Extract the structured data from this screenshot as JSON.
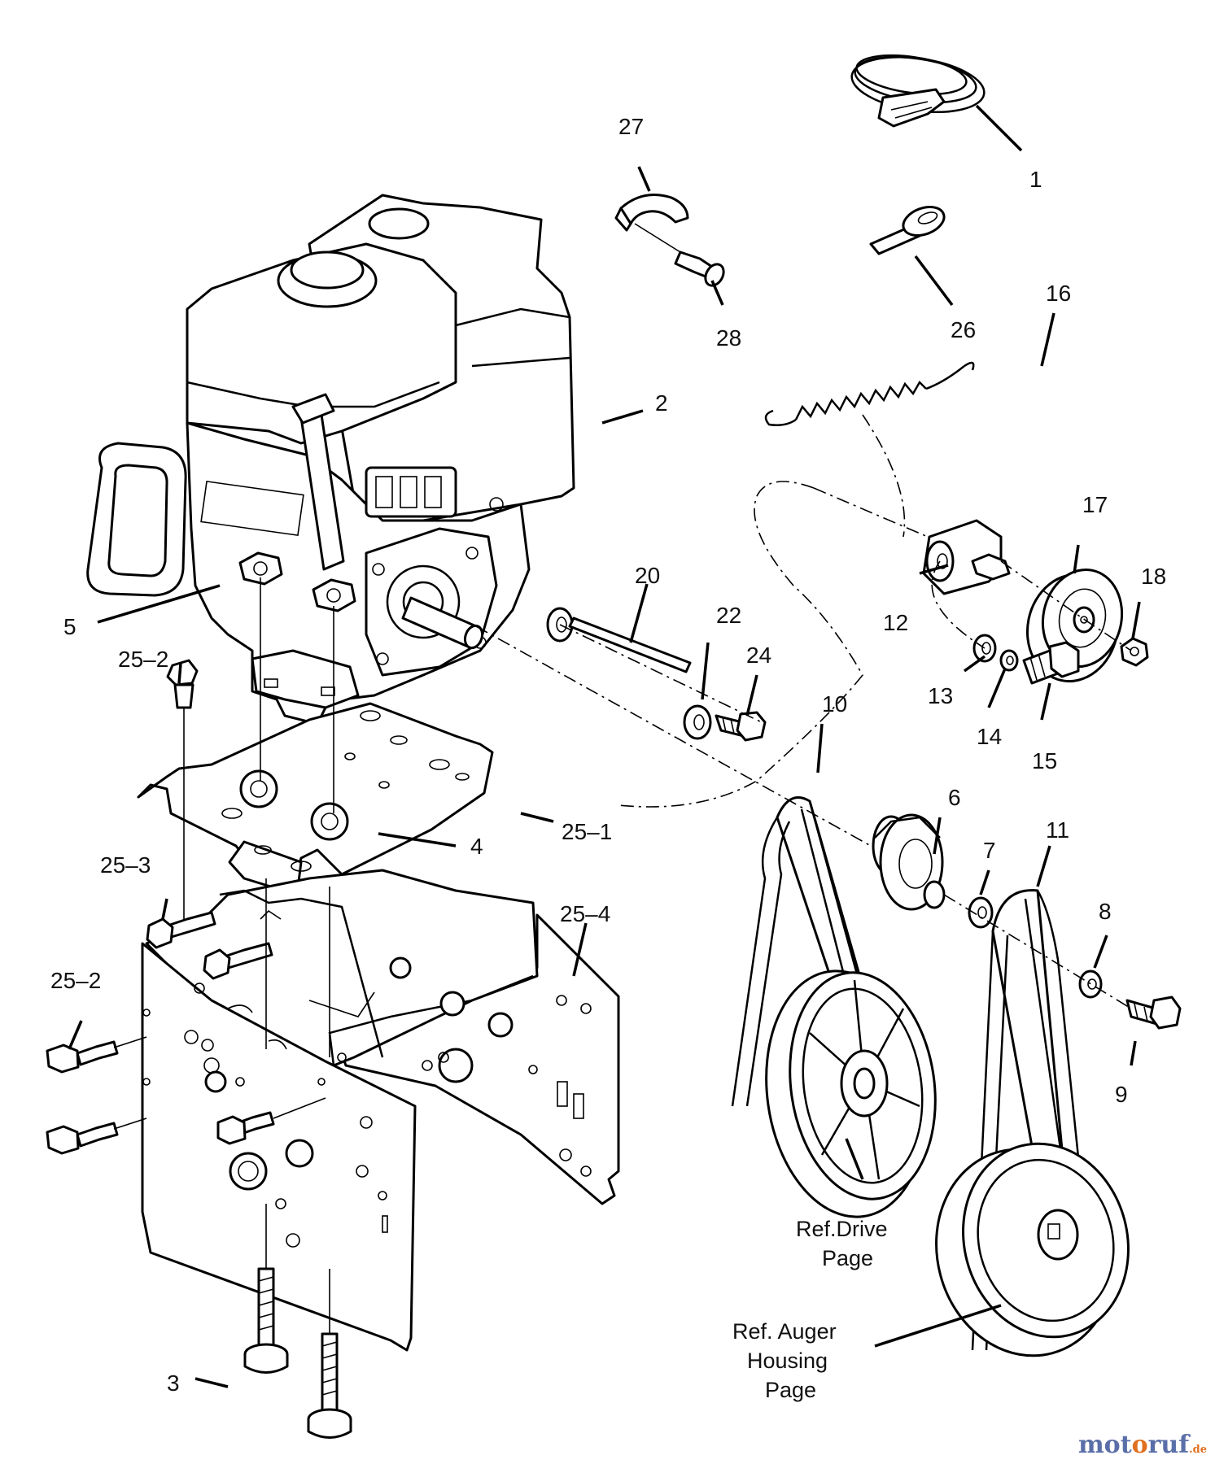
{
  "diagram": {
    "callouts": [
      {
        "id": "c1",
        "text": "1"
      },
      {
        "id": "c2",
        "text": "2"
      },
      {
        "id": "c3",
        "text": "3"
      },
      {
        "id": "c4",
        "text": "4"
      },
      {
        "id": "c5",
        "text": "5"
      },
      {
        "id": "c6",
        "text": "6"
      },
      {
        "id": "c7",
        "text": "7"
      },
      {
        "id": "c8",
        "text": "8"
      },
      {
        "id": "c9",
        "text": "9"
      },
      {
        "id": "c10",
        "text": "10"
      },
      {
        "id": "c11",
        "text": "11"
      },
      {
        "id": "c12",
        "text": "12"
      },
      {
        "id": "c13",
        "text": "13"
      },
      {
        "id": "c14",
        "text": "14"
      },
      {
        "id": "c15",
        "text": "15"
      },
      {
        "id": "c16",
        "text": "16"
      },
      {
        "id": "c17",
        "text": "17"
      },
      {
        "id": "c18",
        "text": "18"
      },
      {
        "id": "c20",
        "text": "20"
      },
      {
        "id": "c22",
        "text": "22"
      },
      {
        "id": "c24",
        "text": "24"
      },
      {
        "id": "c25_1",
        "text": "25–1"
      },
      {
        "id": "c25_2a",
        "text": "25–2"
      },
      {
        "id": "c25_2b",
        "text": "25–2"
      },
      {
        "id": "c25_3",
        "text": "25–3"
      },
      {
        "id": "c25_4",
        "text": "25–4"
      },
      {
        "id": "c26",
        "text": "26"
      },
      {
        "id": "c27",
        "text": "27"
      },
      {
        "id": "c28",
        "text": "28"
      }
    ],
    "ref_drive": [
      "Ref.Drive",
      "Page"
    ],
    "ref_auger": [
      "Ref. Auger",
      "Housing",
      "Page"
    ]
  },
  "watermark": {
    "part1": "mot",
    "part2": "o",
    "part3": "ruf",
    "part4": ".de"
  }
}
